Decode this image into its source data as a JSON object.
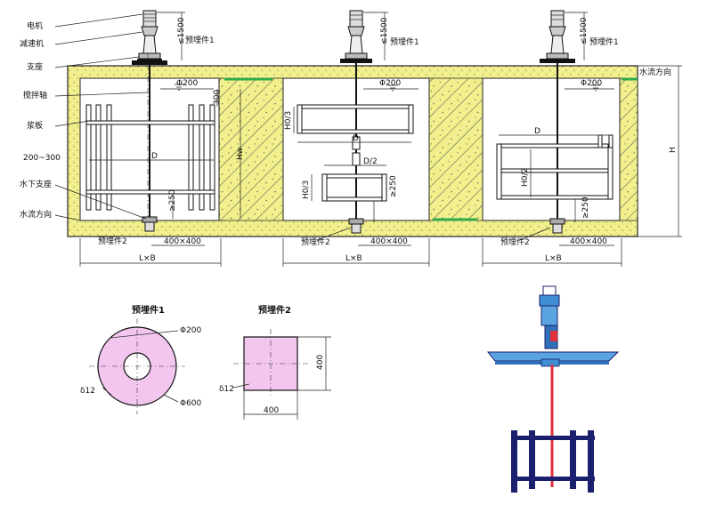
{
  "labels": {
    "motor": "电机",
    "reducer": "减速机",
    "support": "支座",
    "shaft": "搅拌轴",
    "paddle": "浆板",
    "gap": "200~300",
    "underwater_support": "水下支座",
    "flow_dir_left": "水流方向",
    "flow_dir_right": "水流方向"
  },
  "dims": {
    "le1500": "≤1500",
    "embed1": "预埋件1",
    "embed2": "预埋件2",
    "phi200": "Φ200",
    "d300": "300",
    "hw": "Hw",
    "D": "D",
    "ge250": "≥250",
    "size400": "400×400",
    "LxB": "L×B",
    "H": "H",
    "ho3": "H0/3",
    "d2": "D/2",
    "ho2": "H0/2"
  },
  "detail1": {
    "title": "预埋件1",
    "phi200": "Φ200",
    "phi600": "Φ600",
    "thick": "δ12"
  },
  "detail2": {
    "title": "预埋件2",
    "side": "400",
    "bottom": "400",
    "thick": "δ12"
  },
  "colors": {
    "concrete": "#f2f08c",
    "hatch": "#555555",
    "green": "#2ea84a",
    "pink": "#f3c6ef",
    "blue": "#3f8fd2",
    "navy": "#1a1f6e",
    "red": "#e0303a"
  }
}
